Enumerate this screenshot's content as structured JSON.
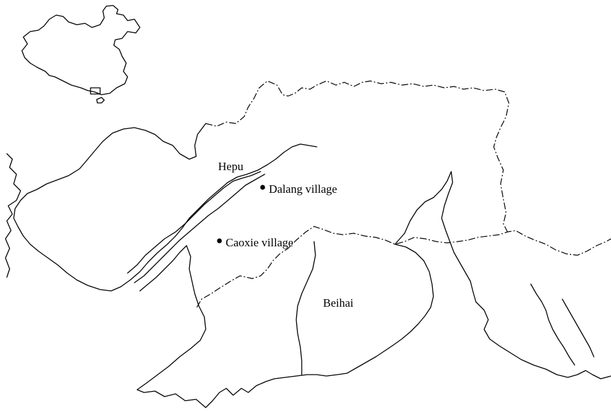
{
  "map": {
    "region_labels": {
      "hepu": "Hepu",
      "beihai": "Beihai"
    },
    "places": [
      {
        "name": "Dalang village"
      },
      {
        "name": "Caoxie village"
      }
    ],
    "inset": "China outline with study area box",
    "colors": {
      "line": "#000000",
      "background": "#ffffff"
    }
  }
}
